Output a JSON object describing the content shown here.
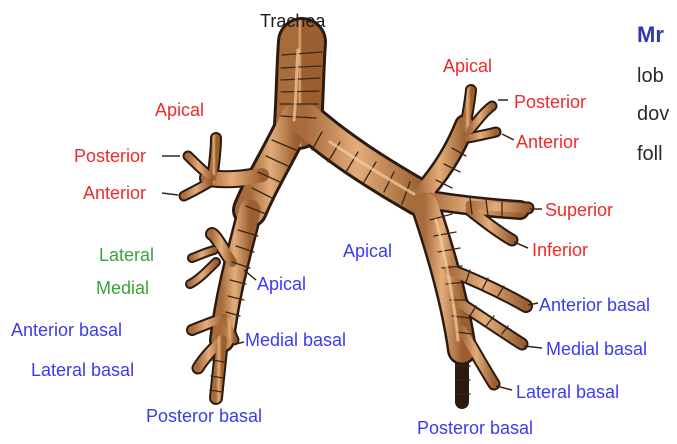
{
  "colors": {
    "trunk_fill": "#c88a52",
    "trunk_shade": "#a46a3a",
    "outline": "#2b1a10",
    "ring": "#3a2616",
    "right_text": "#ee2a2a",
    "left_text": "#3b3bee",
    "medial_text": "#3aa23a"
  },
  "labels": {
    "trachea": "Trachea",
    "left": {
      "apical": "Apical",
      "posterior": "Posterior",
      "anterior": "Anterior",
      "lateral": "Lateral",
      "medial": "Medial",
      "apical2": "Apical",
      "medial_basal": "Medial basal",
      "anterior_basal": "Anterior basal",
      "lateral_basal": "Lateral basal",
      "posterior_basal": "Posteror basal"
    },
    "right": {
      "apical": "Apical",
      "posterior": "Posterior",
      "anterior": "Anterior",
      "superior": "Superior",
      "inferior": "Inferior",
      "apical2": "Apical",
      "anterior_basal": "Anterior basal",
      "medial_basal": "Medial basal",
      "lateral_basal": "Lateral basal",
      "posterior_basal": "Posteror basal"
    }
  },
  "side_text": {
    "heading": "Mr",
    "line1": "lob",
    "line2": "dov",
    "line3": "foll"
  }
}
